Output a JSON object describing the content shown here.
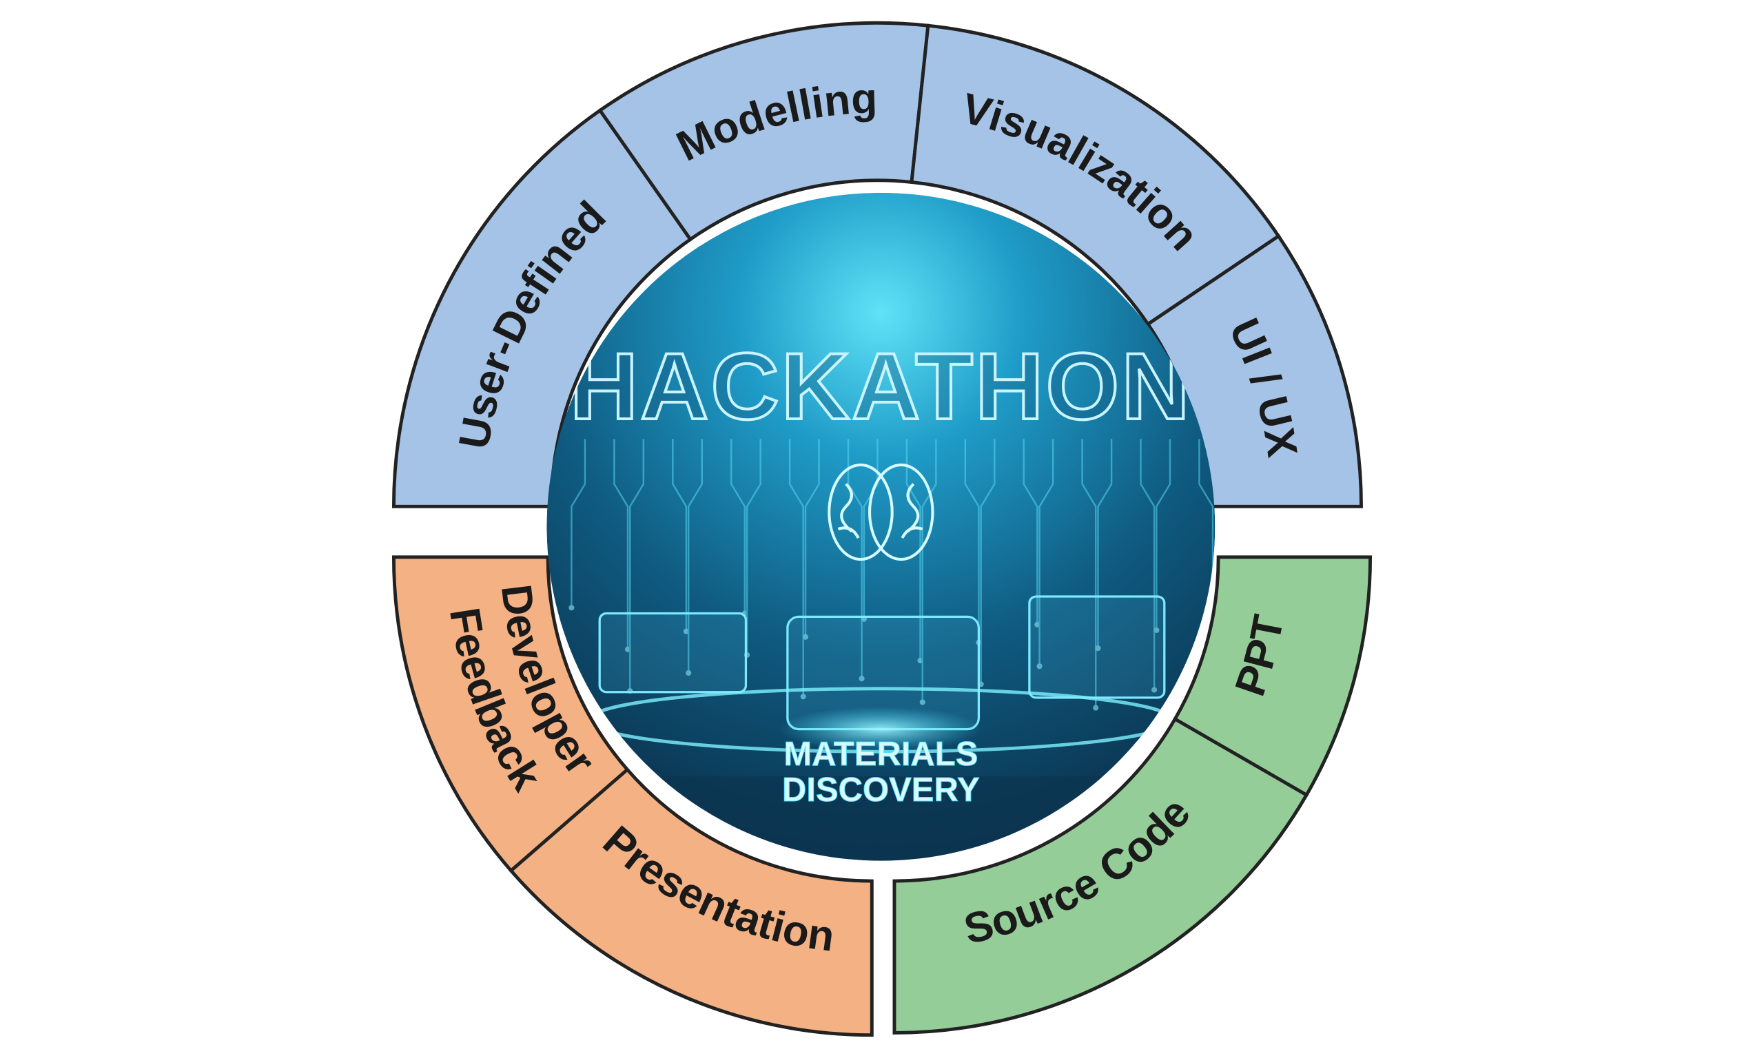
{
  "diagram": {
    "center_image": {
      "title": "HACKATHON",
      "subtitle_line1": "MATERIALS",
      "subtitle_line2": "DISCOVERY"
    },
    "groups": [
      {
        "name": "blue",
        "color": "#a4c3e7",
        "segments": [
          {
            "label": "User-Defined"
          },
          {
            "label": "Modelling"
          },
          {
            "label": "Visualization"
          },
          {
            "label": "UI / UX"
          }
        ]
      },
      {
        "name": "orange",
        "color": "#f4b183",
        "segments": [
          {
            "label_line1": "Developer",
            "label_line2": "Feedback"
          },
          {
            "label": "Presentation"
          }
        ]
      },
      {
        "name": "green",
        "color": "#94cd98",
        "segments": [
          {
            "label": "PPT"
          },
          {
            "label": "Source Code"
          }
        ]
      }
    ]
  }
}
